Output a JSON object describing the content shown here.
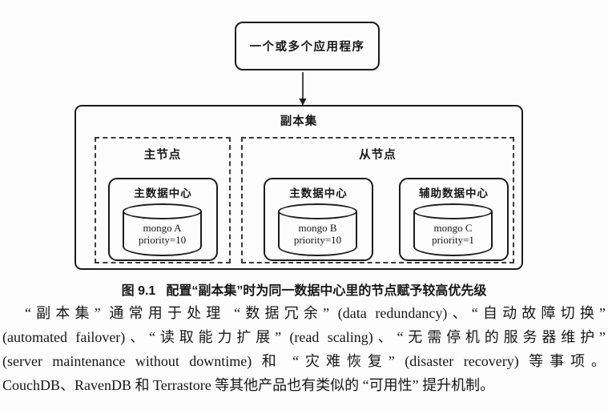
{
  "figure": {
    "app_label": "一个或多个应用程序",
    "replica_set_label": "副本集",
    "primary": {
      "label": "主节点",
      "dc": {
        "label": "主数据中心",
        "node_name": "mongo A",
        "node_priority": "priority=10"
      }
    },
    "secondary": {
      "label": "从节点",
      "dc1": {
        "label": "主数据中心",
        "node_name": "mongo B",
        "node_priority": "priority=10"
      },
      "dc2": {
        "label": "辅助数据中心",
        "node_name": "mongo C",
        "node_priority": "priority=1"
      }
    },
    "caption_no": "图 9.1",
    "caption_text": "配置“副本集”时为同一数据中心里的节点赋予较高优先级"
  },
  "paragraph": {
    "line1": "“副本集” 通常用于处理 “数据冗余” (data redundancy)、“自动故障切换”",
    "line2": "(automated failover)、“读取能力扩展” (read scaling)、“无需停机的服务器维护”",
    "line3": "(server maintenance without downtime) 和 “灾难恢复” (disaster recovery) 等事项。",
    "line4": "CouchDB、RavenDB 和 Terrastore 等其他产品也有类似的 “可用性” 提升机制。"
  },
  "colors": {
    "line": "#1c1c1c",
    "background": "#fdfdfd",
    "text": "#161616"
  }
}
